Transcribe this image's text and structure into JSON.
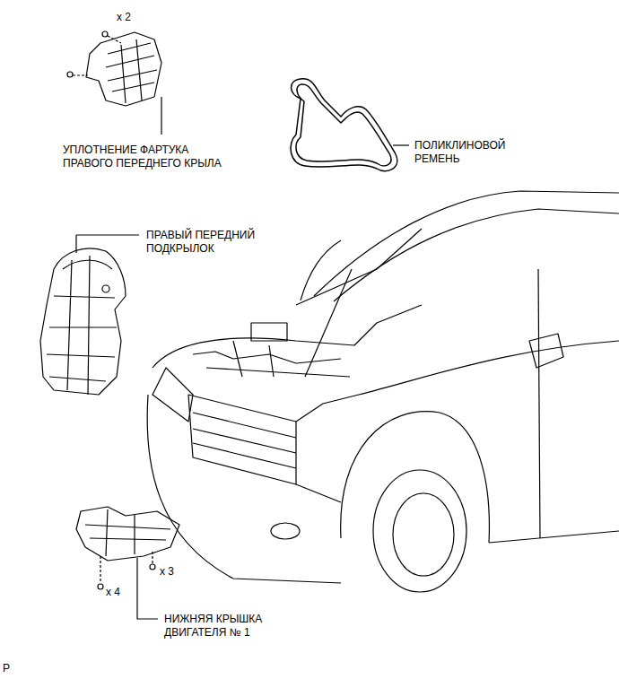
{
  "diagram": {
    "labels": [
      "x 2",
      "УПЛОТНЕНИЕ ФАРТУКА ПРАВОГО ПЕРЕДНЕГО КРЫЛА",
      "ПОЛИКЛИНОВОЙ РЕМЕНЬ",
      "ПРАВЫЙ ПЕРЕДНИЙ ПОДКРЫЛОК",
      "x 3",
      "x 4",
      "НИЖНЯЯ КРЫШКА ДВИГАТЕЛЯ № 1",
      "P"
    ]
  }
}
